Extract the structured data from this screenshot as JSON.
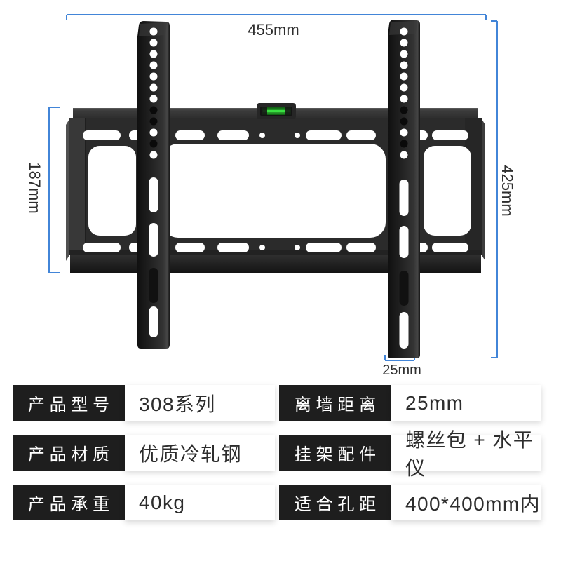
{
  "figure": {
    "dimensions": {
      "top_width": "455mm",
      "right_height": "425mm",
      "left_height": "187mm",
      "bottom_depth": "25mm"
    }
  },
  "colors": {
    "dimension_line": "#4285d8",
    "bracket_dark": "#2b2b2b",
    "level_green": "#2fbf35",
    "spec_label_bg": "#1e1e1e"
  },
  "specs": {
    "left": [
      {
        "label": "产品型号",
        "value": "308系列"
      },
      {
        "label": "产品材质",
        "value": "优质冷轧钢"
      },
      {
        "label": "产品承重",
        "value": "40kg"
      }
    ],
    "right": [
      {
        "label": "离墙距离",
        "value": "25mm"
      },
      {
        "label": "挂架配件",
        "value": "螺丝包 + 水平仪"
      },
      {
        "label": "适合孔距",
        "value": "400*400mm内"
      }
    ]
  }
}
